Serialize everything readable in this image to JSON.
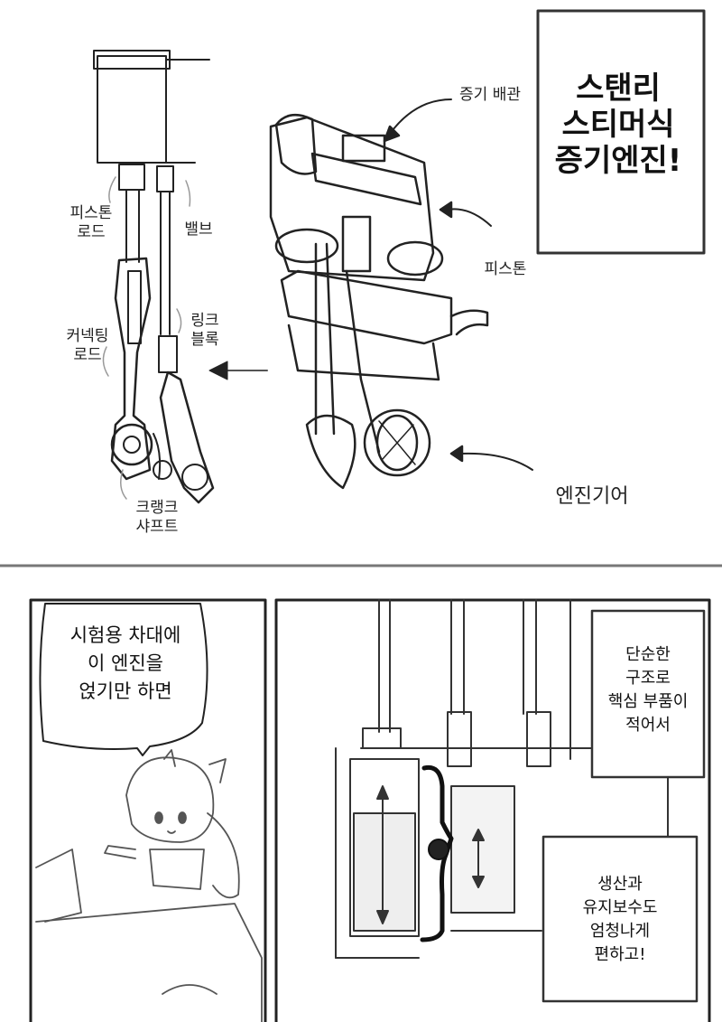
{
  "panel1": {
    "title": "스탠리\n스티머식\n증기엔진!",
    "labels": {
      "piston_rod": "피스톤\n로드",
      "valve": "밸브",
      "connecting_rod": "커넥팅\n로드",
      "link_block": "링크\n블록",
      "crankshaft": "크랭크\n샤프트",
      "steam_pipe": "증기 배관",
      "piston": "피스톤",
      "engine_gear": "엔진기어"
    }
  },
  "panel2": {
    "speech": "시험용 차대에\n이 엔진을\n얹기만 하면"
  },
  "panel3": {
    "box1": "단순한\n구조로\n핵심 부품이\n적어서",
    "box2": "생산과\n유지보수도\n엄청나게\n편하고!"
  }
}
